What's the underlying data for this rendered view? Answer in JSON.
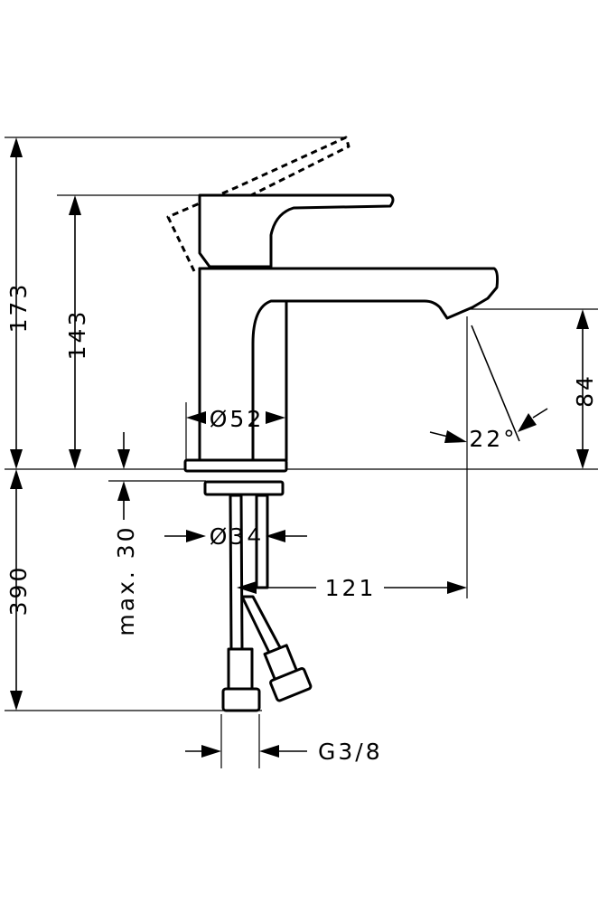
{
  "dimensions": {
    "total_height": "173",
    "lever_height": "143",
    "spout_height": "84",
    "body_diameter": "Ø52",
    "spout_angle": "22°",
    "hole_diameter": "Ø34",
    "projection": "121",
    "hose_length": "390",
    "max_thickness": "max. 30",
    "connection": "G3/8"
  }
}
